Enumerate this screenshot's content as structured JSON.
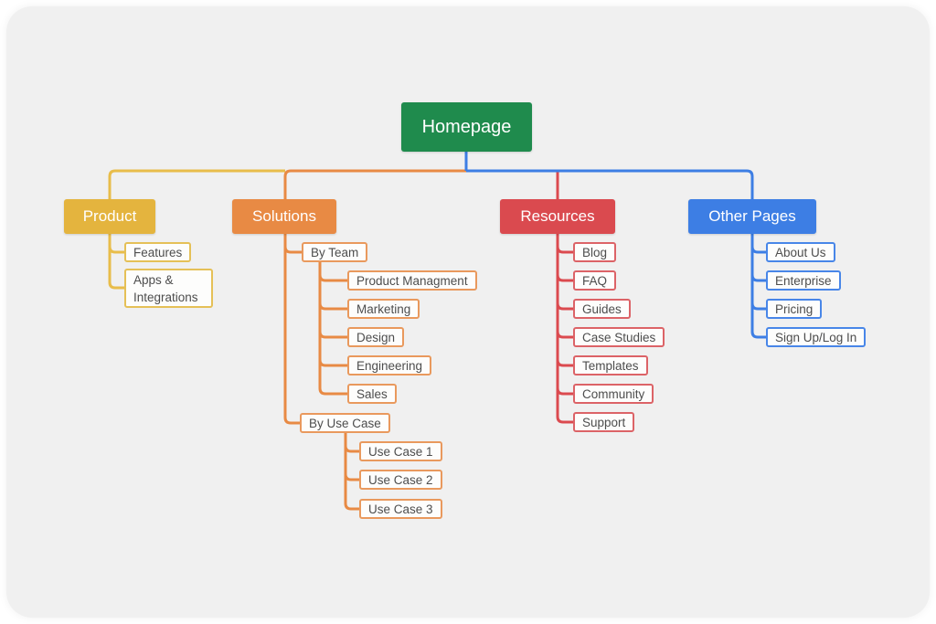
{
  "diagram": {
    "type": "sitemap-tree",
    "root": {
      "label": "Homepage",
      "color": "#1f8b4d"
    },
    "branches": [
      {
        "label": "Product",
        "color": "#e4b43e",
        "line_color": "#e8bd4a",
        "children": [
          {
            "label": "Features"
          },
          {
            "label": "Apps & Integrations"
          }
        ]
      },
      {
        "label": "Solutions",
        "color": "#e88a44",
        "line_color": "#e88a44",
        "children": [
          {
            "label": "By Team",
            "children": [
              {
                "label": "Product Managment"
              },
              {
                "label": "Marketing"
              },
              {
                "label": "Design"
              },
              {
                "label": "Engineering"
              },
              {
                "label": "Sales"
              }
            ]
          },
          {
            "label": "By Use Case",
            "children": [
              {
                "label": "Use Case 1"
              },
              {
                "label": "Use Case 2"
              },
              {
                "label": "Use Case 3"
              }
            ]
          }
        ]
      },
      {
        "label": "Resources",
        "color": "#da4a4f",
        "line_color": "#db4a4f",
        "children": [
          {
            "label": "Blog"
          },
          {
            "label": "FAQ"
          },
          {
            "label": "Guides"
          },
          {
            "label": "Case Studies"
          },
          {
            "label": "Templates"
          },
          {
            "label": "Community"
          },
          {
            "label": "Support"
          }
        ]
      },
      {
        "label": "Other Pages",
        "color": "#3d7ee4",
        "line_color": "#3d7ee4",
        "children": [
          {
            "label": "About Us"
          },
          {
            "label": "Enterprise"
          },
          {
            "label": "Pricing"
          },
          {
            "label": "Sign Up/Log In"
          }
        ]
      }
    ]
  }
}
